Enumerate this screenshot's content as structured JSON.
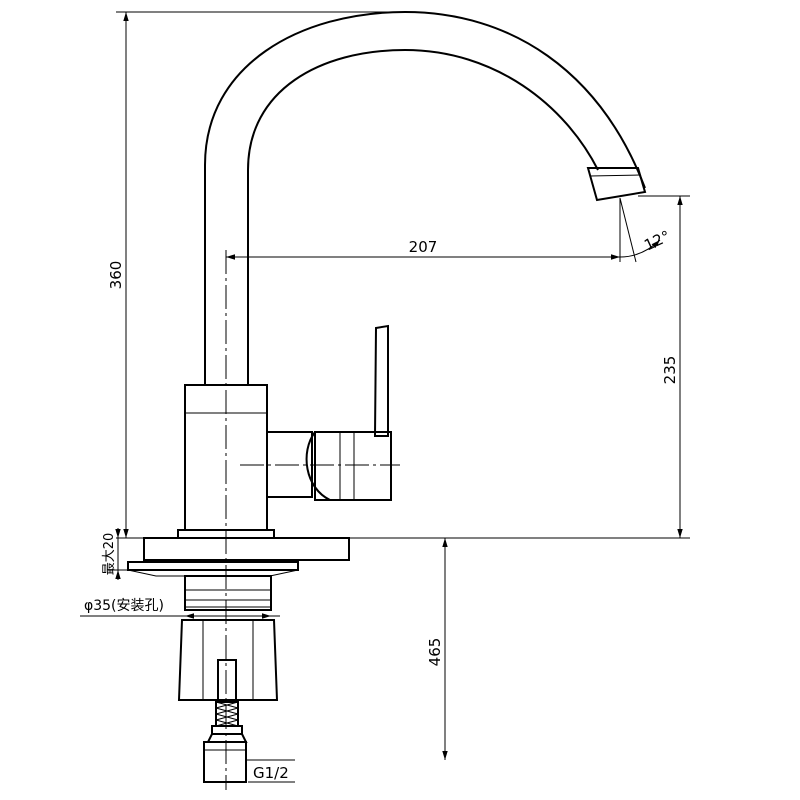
{
  "drawing": {
    "subject": "kitchen faucet side elevation",
    "line_color": "#000000",
    "background": "#ffffff"
  },
  "dimensions": {
    "total_height": "360",
    "spout_reach": "207",
    "spout_height": "235",
    "below_deck": "465",
    "spout_angle": "12°",
    "deck_thickness": "最大20",
    "mounting_hole": "φ35(安装孔)",
    "inlet_thread": "G1/2"
  }
}
